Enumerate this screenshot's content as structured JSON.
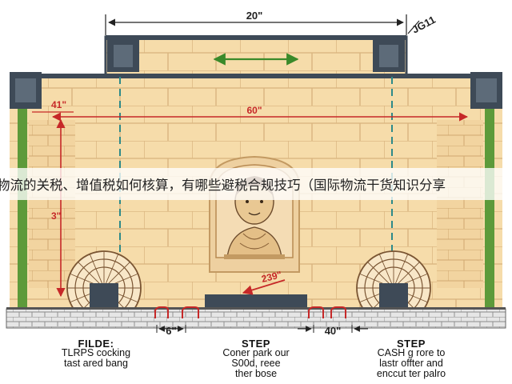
{
  "dimensions": {
    "top_width": "20\"",
    "tag": "JG11",
    "inner_width": "60\"",
    "left_height": "41\"",
    "side_height": "3\"",
    "diagonal": "239\"",
    "gap_left": "6\"",
    "gap_right": "40\""
  },
  "captions": [
    {
      "heading": "FILDE:",
      "body": "TLRPS cocking\ntast ared bang"
    },
    {
      "heading": "STEP",
      "body": "Coner park our\nS00d, reee\nther bose"
    },
    {
      "heading": "STEP",
      "body": "CASH g rore to\nlastr offter and\nenccut ter palro"
    }
  ],
  "overlay_text": "物流的关税、增值税如何核算，有哪些避税合规技巧（国际物流干货知识分享",
  "colors": {
    "wall": "#f6dcaa",
    "brick_line": "#d8b27d",
    "pillar": "#3e4a57",
    "green_band": "#5d9a3a",
    "dim_red": "#c62828",
    "guide": "#2d8a8a"
  }
}
